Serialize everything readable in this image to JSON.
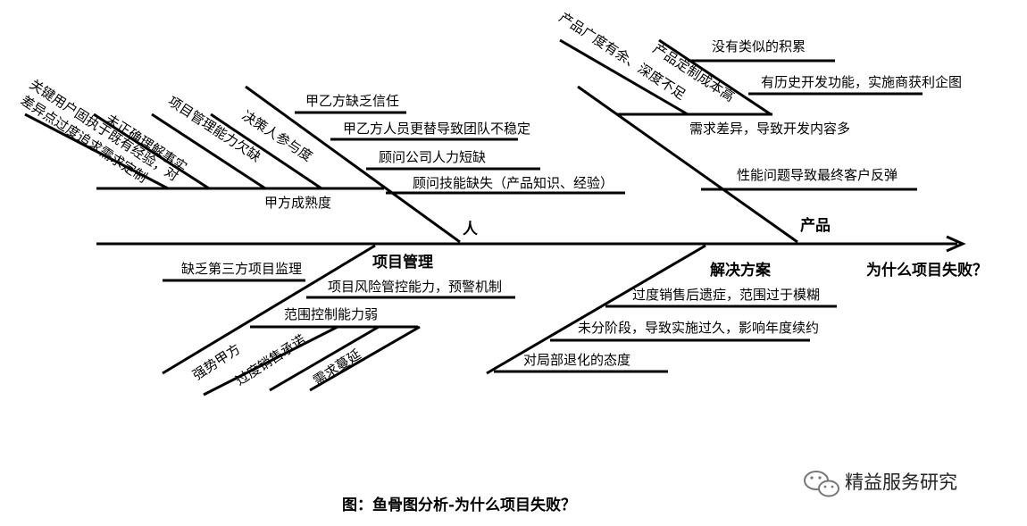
{
  "effect": "为什么项目失败？",
  "categories": {
    "people": {
      "label": "人",
      "causes": [
        "甲乙方缺乏信任",
        "甲乙方人员更替导致团队不稳定",
        "顾问公司人力短缺",
        "顾问技能缺失（产品知识、经验）"
      ],
      "sub_branch_label": "甲方成熟度",
      "sub_causes": [
        "关键用户固执于既有经验，对",
        "差异点过度追求需求定制",
        "未正确理解事实",
        "项目管理能力欠缺",
        "决策人参与度"
      ]
    },
    "product": {
      "label": "产品",
      "causes": [
        "没有类似的积累",
        "有历史开发功能，实施商获利企图",
        "需求差异，导致开发内容多",
        "性能问题导致最终客户反弹"
      ],
      "diagonal_causes": [
        "产品广度有余、深度不足",
        "产品定制成本高"
      ]
    },
    "project_management": {
      "label": "项目管理",
      "causes": [
        "缺乏第三方项目监理",
        "项目风险管控能力，预警机制",
        "范围控制能力弱"
      ],
      "diagonal_causes": [
        "强势甲方",
        "过度销售承诺",
        "需求蔓延"
      ]
    },
    "solution": {
      "label": "解决方案",
      "causes": [
        "过度销售后遗症，范围过于模糊",
        "未分阶段，导致实施过久，影响年度续约",
        "对局部退化的态度"
      ]
    }
  },
  "caption": "图：鱼骨图分析-为什么项目失败？",
  "watermark": {
    "text": "精益服务研究",
    "icon": "wechat-icon"
  }
}
